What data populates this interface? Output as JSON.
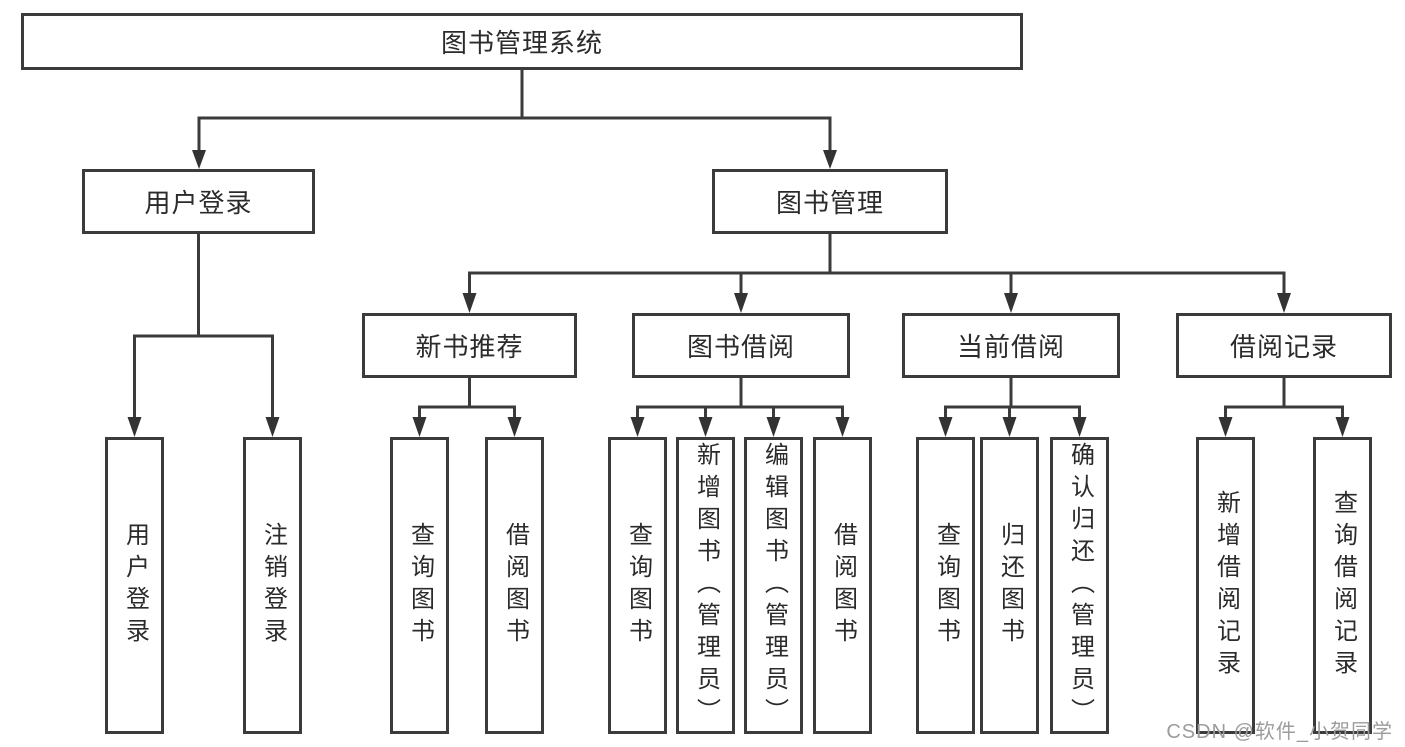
{
  "tree": {
    "label": "图书管理系统",
    "children": [
      {
        "label": "用户登录",
        "children": [
          {
            "label": "用户登录"
          },
          {
            "label": "注销登录"
          }
        ]
      },
      {
        "label": "图书管理",
        "children": [
          {
            "label": "新书推荐",
            "children": [
              {
                "label": "查询图书"
              },
              {
                "label": "借阅图书"
              }
            ]
          },
          {
            "label": "图书借阅",
            "children": [
              {
                "label": "查询图书"
              },
              {
                "label": "新增图书（管理员）"
              },
              {
                "label": "编辑图书（管理员）"
              },
              {
                "label": "借阅图书"
              }
            ]
          },
          {
            "label": "当前借阅",
            "children": [
              {
                "label": "查询图书"
              },
              {
                "label": "归还图书"
              },
              {
                "label": "确认归还（管理员）"
              }
            ]
          },
          {
            "label": "借阅记录",
            "children": [
              {
                "label": "新增借阅记录"
              },
              {
                "label": "查询借阅记录"
              }
            ]
          }
        ]
      }
    ]
  },
  "watermark": "CSDN @软件_小贺同学",
  "colors": {
    "line": "#3b3b3b",
    "border": "#3b3b3b",
    "text": "#2b2b2b",
    "watermark": "#9c9c9c",
    "background": "#ffffff"
  }
}
